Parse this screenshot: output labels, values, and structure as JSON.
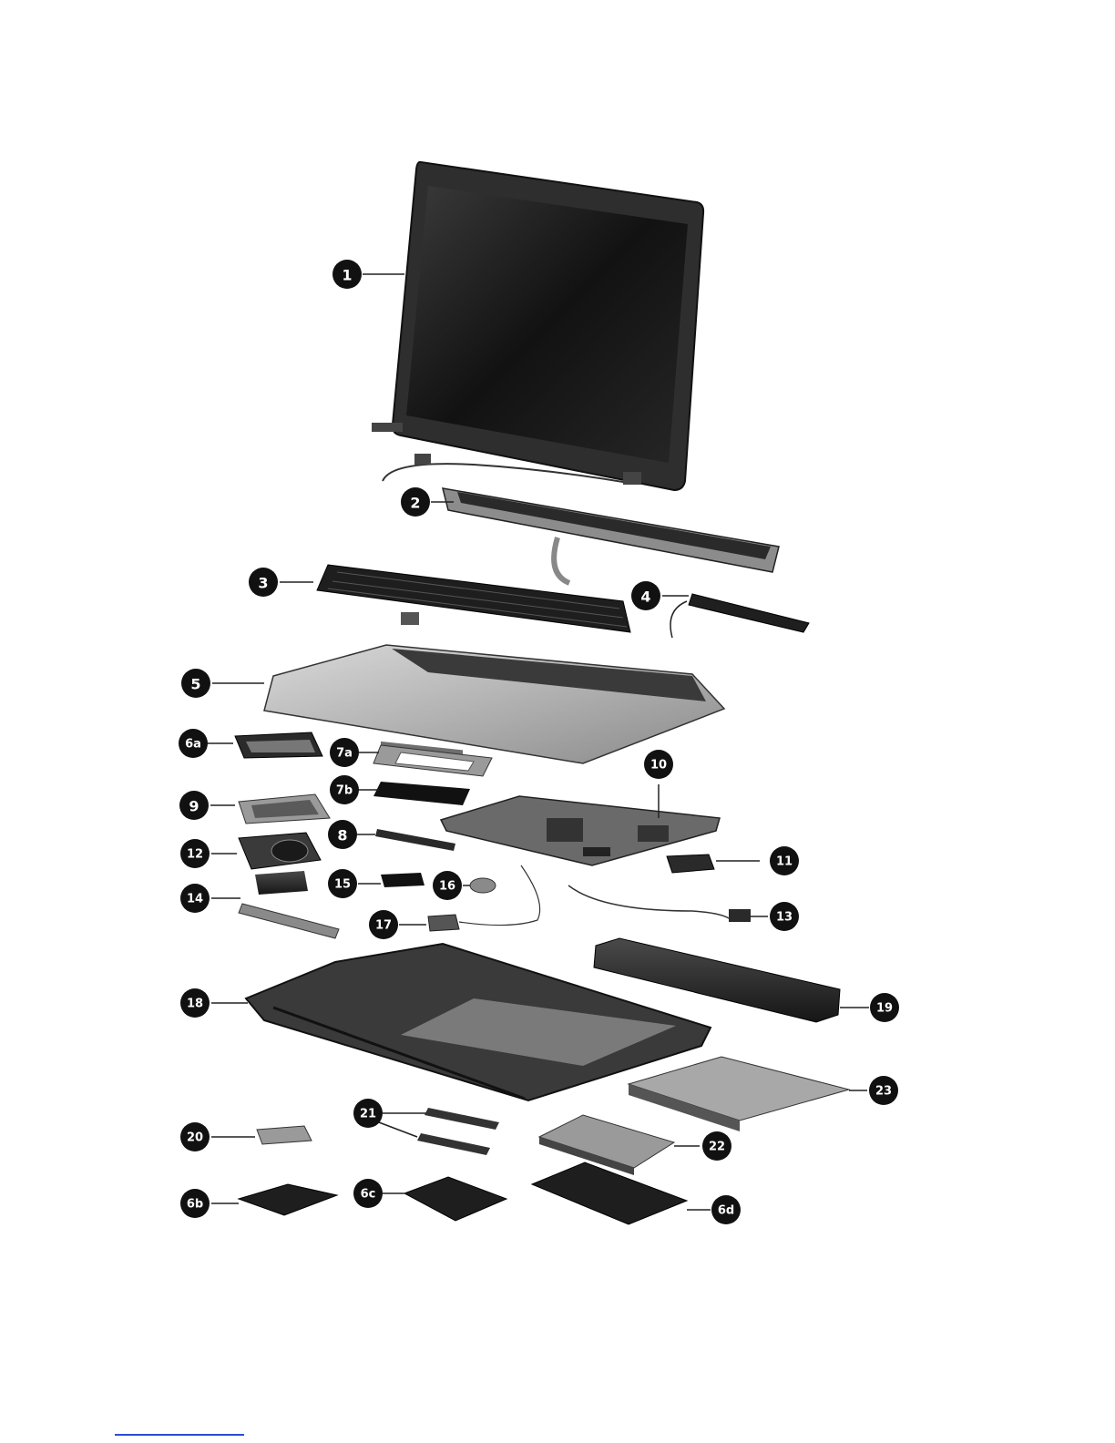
{
  "diagram": {
    "type": "exploded-parts-view",
    "callouts": [
      "1",
      "2",
      "3",
      "4",
      "5",
      "6a",
      "7a",
      "7b",
      "9",
      "10",
      "8",
      "11",
      "12",
      "15",
      "16",
      "14",
      "13",
      "17",
      "18",
      "19",
      "23",
      "21",
      "20",
      "22",
      "6b",
      "6c",
      "6d"
    ],
    "colors": {
      "callout_fill": "#111111",
      "callout_text": "#ffffff",
      "part_dark": "#2b2b2b",
      "part_mid": "#6f6f6f",
      "part_light": "#bdbdbd",
      "leader": "#222222",
      "footer_link": "#2a4fd0"
    }
  }
}
